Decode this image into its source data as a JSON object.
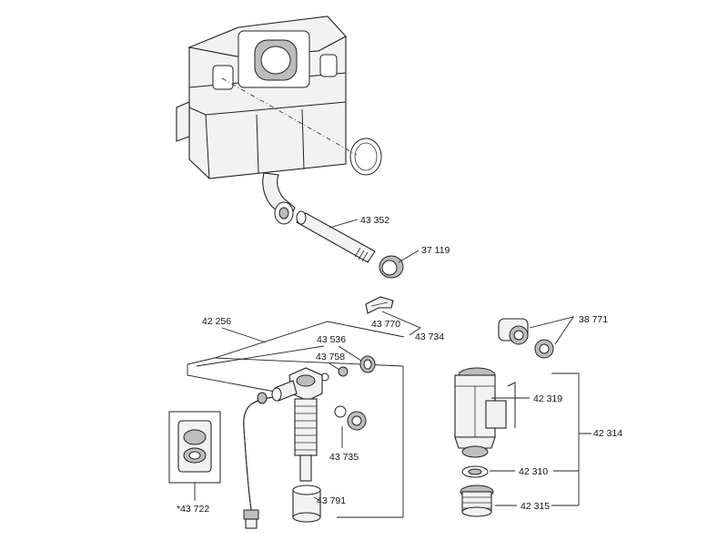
{
  "labels": {
    "l43352": "43 352",
    "l37119": "37 119",
    "l43770": "43 770",
    "l43734": "43 734",
    "l38771": "38 771",
    "l42256": "42 256",
    "l43536": "43 536",
    "l43758": "43 758",
    "l42319": "42 319",
    "l42314": "42 314",
    "l43735": "43 735",
    "l42310": "42 310",
    "l42315": "42 315",
    "l43791": "43 791",
    "l43722": "*43 722"
  }
}
